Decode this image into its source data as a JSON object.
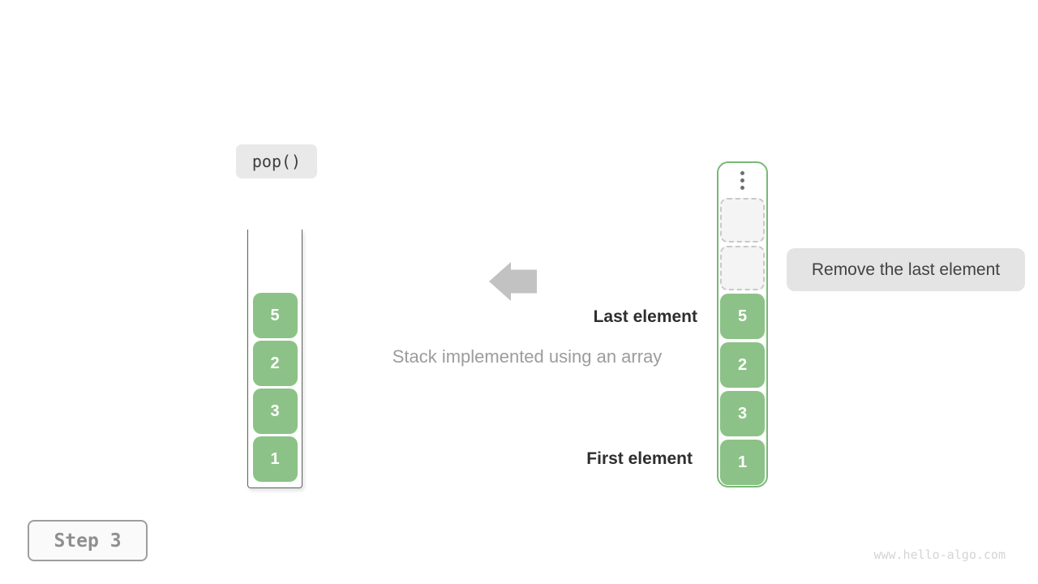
{
  "figure": {
    "operation_label": "pop()",
    "caption": "Stack implemented using an array",
    "annotation": "Remove the last element",
    "last_element_label": "Last element",
    "first_element_label": "First element",
    "step_badge": "Step 3",
    "watermark": "www.hello-algo.com"
  },
  "stack": {
    "cells_top_to_bottom": [
      "5",
      "2",
      "3",
      "1"
    ]
  },
  "array": {
    "ellipsis_icon": "vertical-ellipsis",
    "empty_slot_count": 2,
    "cells_top_to_bottom": [
      "5",
      "2",
      "3",
      "1"
    ]
  },
  "colors": {
    "cell_green": "#8cc287",
    "array_border_green": "#79b875",
    "annotation_bg": "#e4e4e4",
    "pop_label_bg": "#e9e9e9",
    "arrow_gray": "#c2c2c2",
    "dark_text": "#2e2e2e",
    "caption_gray": "#9c9c9c",
    "step_text_gray": "#8f8f8f",
    "watermark_gray": "#d4d4d4"
  }
}
